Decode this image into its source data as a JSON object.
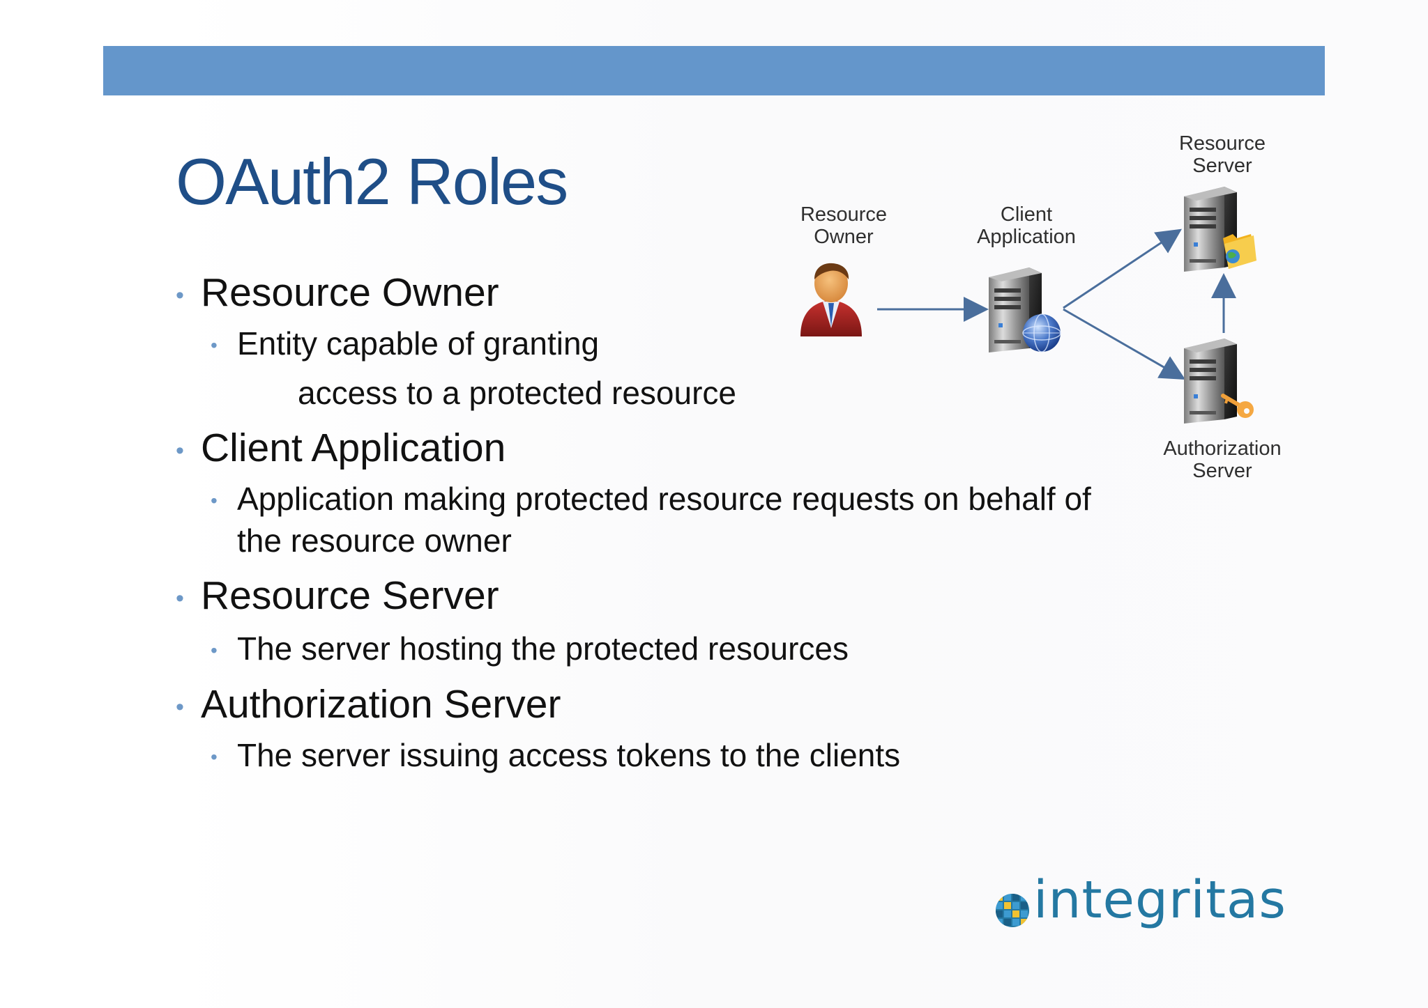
{
  "slide": {
    "title": "OAuth2 Roles",
    "bullets": [
      {
        "heading": "Resource Owner",
        "sub": [
          "Entity capable of granting",
          "access to a protected resource"
        ]
      },
      {
        "heading": "Client Application",
        "sub": [
          "Application making protected resource requests on behalf of",
          "the resource owner"
        ]
      },
      {
        "heading": "Resource Server",
        "sub": [
          "The server hosting the protected resources"
        ]
      },
      {
        "heading": "Authorization Server",
        "sub": [
          "The server issuing access tokens to the clients"
        ]
      }
    ]
  },
  "diagram": {
    "resource_owner": [
      "Resource",
      "Owner"
    ],
    "client_application": [
      "Client",
      "Application"
    ],
    "resource_server": [
      "Resource",
      "Server"
    ],
    "authorization_server": [
      "Authorization",
      "Server"
    ],
    "icons": [
      "person-icon",
      "server-globe-icon",
      "server-folder-icon",
      "server-key-icon"
    ]
  },
  "logo": {
    "text": "integritas"
  },
  "colors": {
    "header_bar": "#6496cb",
    "title": "#1f4e87",
    "bullet_dot": "#6d98c7",
    "arrow": "#4a6e9c",
    "logo": "#2478a2"
  }
}
